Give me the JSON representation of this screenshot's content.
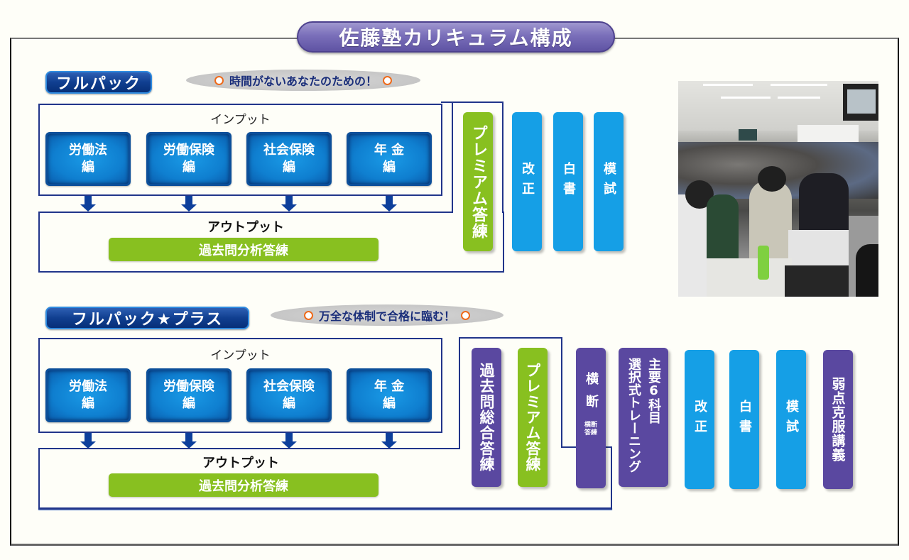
{
  "title": "佐藤塾カリキュラム構成",
  "colors": {
    "title_bg": "#7a6fba",
    "pack_title_bg": "#103f90",
    "course_blue": "#0f7fd0",
    "green": "#88c020",
    "sky": "#159fe6",
    "purple": "#5a48a0",
    "line": "#21358a",
    "tagline_text": "#1a2e7a"
  },
  "packs": [
    {
      "name": "フルパック",
      "tagline": "時間がないあなたのための！",
      "input_label": "インプット",
      "courses": [
        {
          "line1": "労働法",
          "line2": "編"
        },
        {
          "line1": "労働保険",
          "line2": "編"
        },
        {
          "line1": "社会保険",
          "line2": "編"
        },
        {
          "line1": "年 金",
          "line2": "編"
        }
      ],
      "output_label": "アウトプット",
      "output_course": "過去問分析答練",
      "extras": [
        {
          "text": "プレミアム答練",
          "color": "green"
        },
        {
          "text": "改正",
          "color": "sky"
        },
        {
          "text": "白書",
          "color": "sky"
        },
        {
          "text": "模試",
          "color": "sky"
        }
      ]
    },
    {
      "name": "フルパック★プラス",
      "tagline": "万全な体制で合格に臨む！",
      "input_label": "インプット",
      "courses": [
        {
          "line1": "労働法",
          "line2": "編"
        },
        {
          "line1": "労働保険",
          "line2": "編"
        },
        {
          "line1": "社会保険",
          "line2": "編"
        },
        {
          "line1": "年 金",
          "line2": "編"
        }
      ],
      "output_label": "アウトプット",
      "output_course": "過去問分析答練",
      "extras": [
        {
          "text": "過去問総合答練",
          "color": "purple"
        },
        {
          "text": "プレミアム答練",
          "color": "green"
        },
        {
          "text": "横断",
          "sub": "横断答練",
          "color": "purple"
        },
        {
          "text": "主要6科目選択式トレーニング",
          "col1": "主要6科目",
          "col2": "選択式トレーニング",
          "color": "purple"
        },
        {
          "text": "改正",
          "color": "sky"
        },
        {
          "text": "白書",
          "color": "sky"
        },
        {
          "text": "模試",
          "color": "sky"
        },
        {
          "text": "弱点克服講義",
          "color": "purple"
        }
      ]
    }
  ],
  "photo": {
    "description": "classroom-lecture-photo"
  }
}
